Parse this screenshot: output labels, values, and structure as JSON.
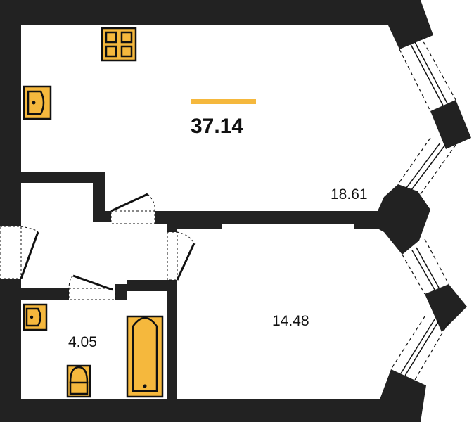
{
  "total_area": {
    "value": "37.14",
    "accent_color": "#f5b83d"
  },
  "rooms": [
    {
      "id": "main-room",
      "area": "18.61"
    },
    {
      "id": "second-room",
      "area": "14.48"
    },
    {
      "id": "bathroom",
      "area": "4.05"
    }
  ],
  "colors": {
    "wall": "#222222",
    "fixture": "#f5b83d",
    "background": "#ffffff"
  },
  "fixtures": [
    "stove-icon",
    "kitchen-sink-icon",
    "bathroom-sink-icon",
    "bathtub-icon",
    "toilet-icon"
  ]
}
